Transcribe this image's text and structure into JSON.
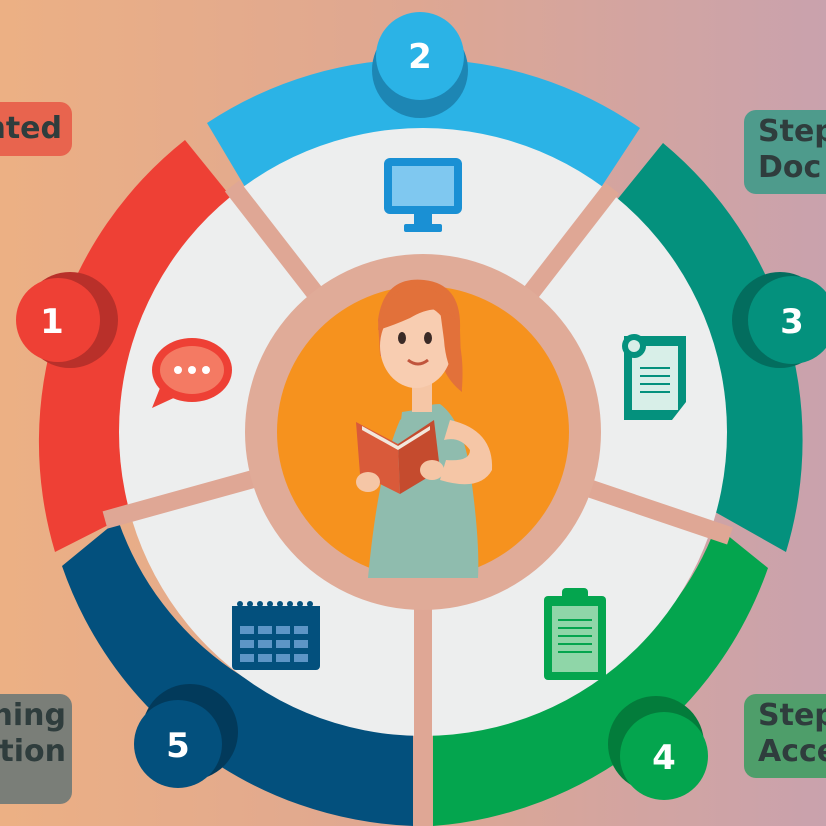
{
  "steps": [
    {
      "number": "1",
      "color": "#ee4035",
      "dark": "#b9302a",
      "icon": "speech-bubble-icon"
    },
    {
      "number": "2",
      "color": "#2bb3e6",
      "dark": "#1d86b4",
      "icon": "monitor-icon"
    },
    {
      "number": "3",
      "color": "#04917d",
      "dark": "#036d5e",
      "icon": "certificate-document-icon"
    },
    {
      "number": "4",
      "color": "#04a54e",
      "dark": "#037c3b",
      "icon": "clipboard-icon"
    },
    {
      "number": "5",
      "color": "#03507d",
      "dark": "#023a5b",
      "icon": "calendar-icon"
    }
  ],
  "labels": {
    "step1": "nted",
    "step3": "Step\nDoc",
    "step4": "Step\nAcce",
    "step5": "ning\nction"
  },
  "center": {
    "illustration": "woman-reading-book",
    "circle_color": "#f6921e"
  }
}
